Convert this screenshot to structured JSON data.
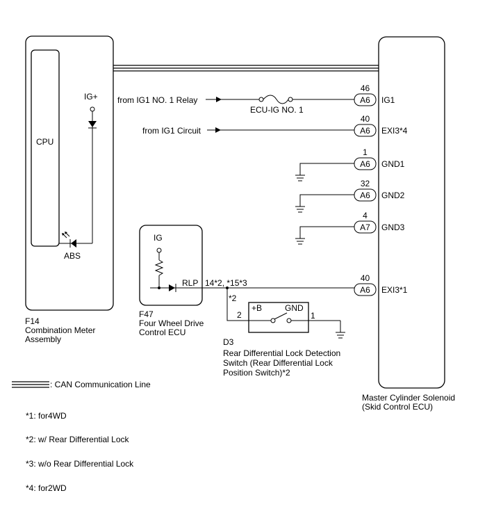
{
  "components": {
    "combination_meter": {
      "code": "F14",
      "name_line1": "Combination Meter",
      "name_line2": "Assembly",
      "cpu_label": "CPU",
      "ig_label": "IG+",
      "abs_label": "ABS"
    },
    "four_wheel_drive_ecu": {
      "code": "F47",
      "name_line1": "Four Wheel Drive",
      "name_line2": "Control ECU",
      "ig_label": "IG",
      "rlp_label": "RLP"
    },
    "master_cylinder": {
      "name_line1": "Master Cylinder Solenoid",
      "name_line2": "(Skid Control ECU)"
    },
    "diff_switch": {
      "code": "D3",
      "name_line1": "Rear Differential Lock Detection",
      "name_line2": "Switch (Rear Differential Lock",
      "name_line3": "Position Switch)*2",
      "pos_label": "+B",
      "gnd_label": "GND",
      "pin_left": "2",
      "pin_right": "1"
    }
  },
  "inputs": {
    "ig1_relay": "from IG1 NO. 1 Relay",
    "ig1_circuit": "from IG1 Circuit",
    "fuse": "ECU-IG NO. 1"
  },
  "pins": [
    {
      "pin": "46",
      "connector": "A6",
      "signal": "IG1"
    },
    {
      "pin": "40",
      "connector": "A6",
      "signal": "EXI3*4"
    },
    {
      "pin": "1",
      "connector": "A6",
      "signal": "GND1"
    },
    {
      "pin": "32",
      "connector": "A6",
      "signal": "GND2"
    },
    {
      "pin": "4",
      "connector": "A7",
      "signal": "GND3"
    },
    {
      "pin": "40",
      "connector": "A6",
      "signal": "EXI3*1"
    }
  ],
  "rlp_wire": {
    "pins_label": "14*2, *15*3",
    "branch_label": "*2"
  },
  "legend": {
    "can_line": ": CAN Communication Line"
  },
  "notes": [
    "*1: for4WD",
    "*2: w/ Rear Differential Lock",
    "*3: w/o Rear Differential Lock",
    "*4: for2WD"
  ]
}
